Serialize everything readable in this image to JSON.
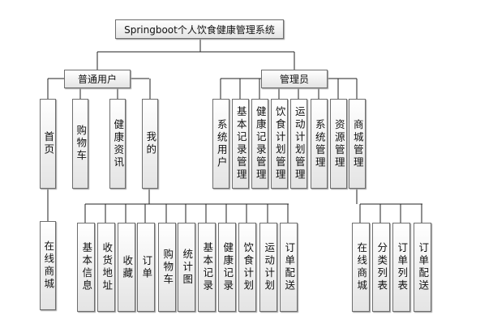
{
  "root": "Springboot个人饮食健康管理系统",
  "groups": {
    "user": {
      "label": "普通用户",
      "children": [
        "首页",
        "购物车",
        "健康资讯",
        "我的"
      ],
      "home_children": [
        "在线商城"
      ],
      "mine_children": [
        "基本信息",
        "收货地址",
        "收藏",
        "订单",
        "购物车",
        "统计图",
        "基本记录",
        "健康记录",
        "饮食计划",
        "运动计划",
        "订单配送"
      ]
    },
    "admin": {
      "label": "管理员",
      "children": [
        "系统用户",
        "基本记录管理",
        "健康记录管理",
        "饮食计划管理",
        "运动计划管理",
        "系统管理",
        "资源管理",
        "商城管理"
      ],
      "mall_children": [
        "在线商城",
        "分类列表",
        "订单列表",
        "订单配送"
      ]
    }
  }
}
